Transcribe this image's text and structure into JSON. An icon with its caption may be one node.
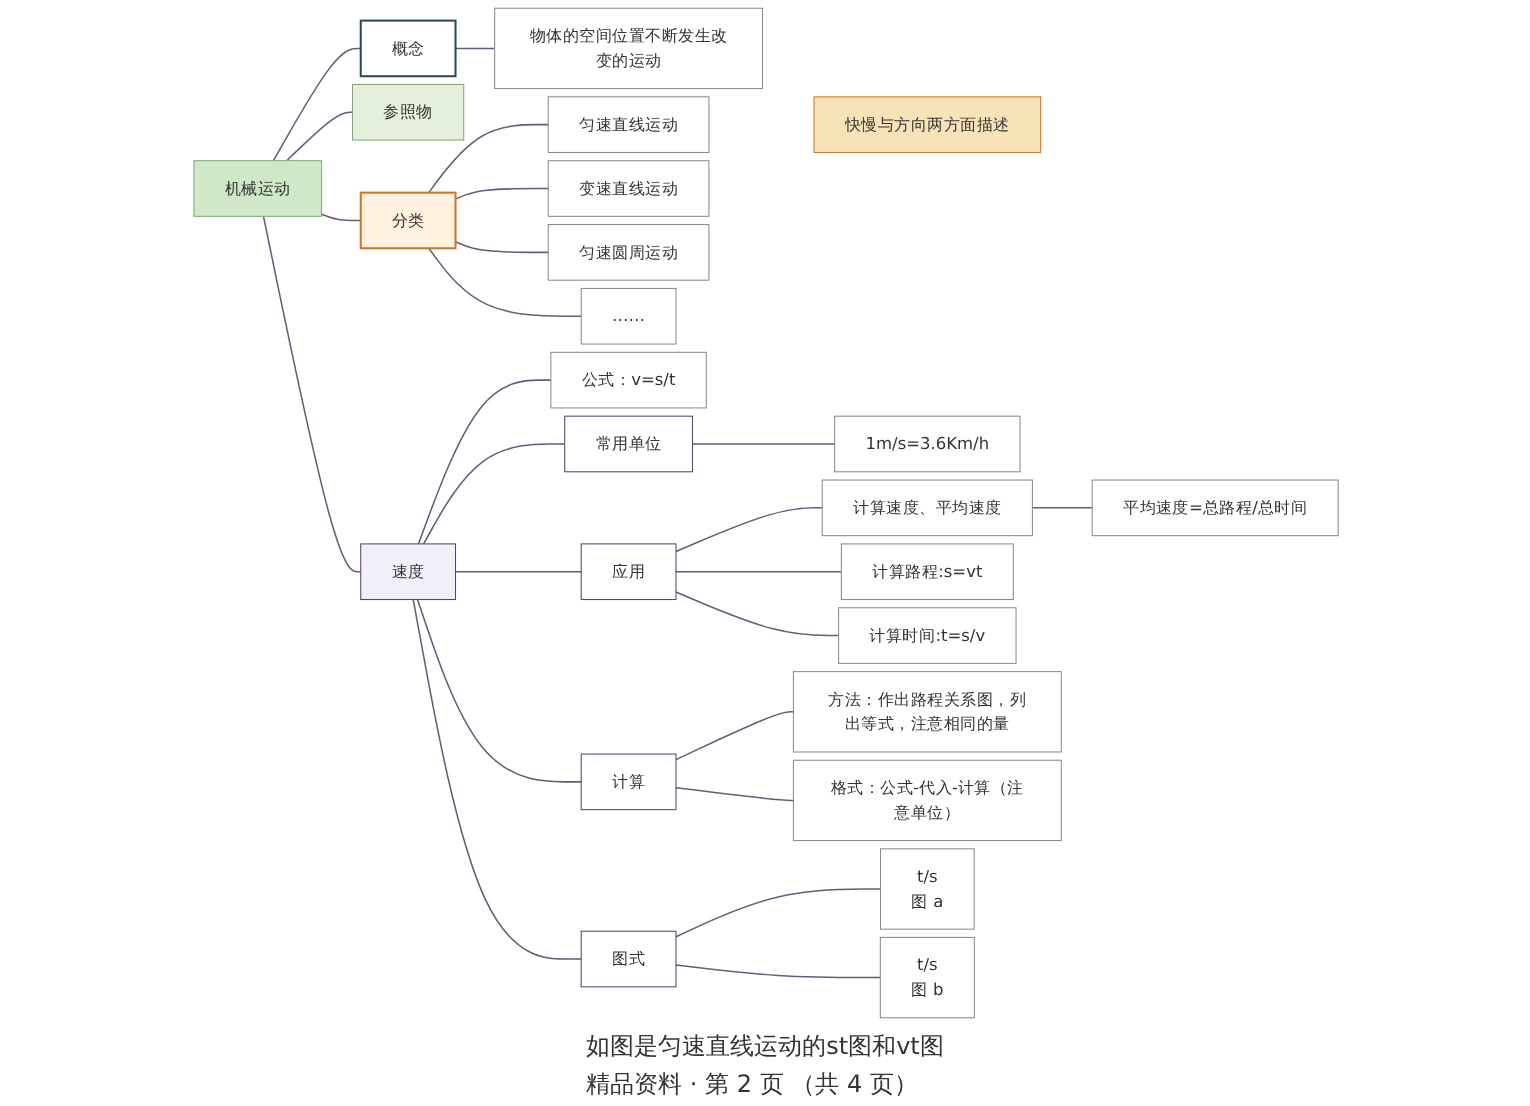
{
  "diagram": {
    "nodes": [
      {
        "text": [
          "机械运动"
        ]
      },
      {
        "text": [
          "概念"
        ]
      },
      {
        "text": [
          "物体的空间位置不断发生改变的运动"
        ]
      },
      {
        "text": [
          "参照物"
        ]
      },
      {
        "text": [
          "分类"
        ]
      },
      {
        "text": [
          "匀速直线运动"
        ]
      },
      {
        "text": [
          "变速直线运动"
        ]
      },
      {
        "text": [
          "匀速圆周运动"
        ]
      },
      {
        "text": [
          "……"
        ]
      },
      {
        "text": [
          "快慢与方向两方面描述"
        ]
      },
      {
        "text": [
          "速度"
        ]
      },
      {
        "text": [
          "公式：v=s/t"
        ]
      },
      {
        "text": [
          "常用单位"
        ]
      },
      {
        "text": [
          "1m/s=3.6Km/h"
        ]
      },
      {
        "text": [
          "应用"
        ]
      },
      {
        "text": [
          "计算速度、平均速度"
        ]
      },
      {
        "text": [
          "平均速度=总路程/总时间"
        ]
      },
      {
        "text": [
          "计算路程:s=vt"
        ]
      },
      {
        "text": [
          "计算时间:t=s/v"
        ]
      },
      {
        "text": [
          "计算"
        ]
      },
      {
        "text": [
          "方法：作出路程关系图，列出等式，注意相同的量"
        ]
      },
      {
        "text": [
          "格式：公式-代入-计算（注意单位）"
        ]
      },
      {
        "text": [
          "图式"
        ]
      },
      {
        "text": [
          "t/s",
          "图 a"
        ]
      },
      {
        "text": [
          "t/s",
          "图 b"
        ]
      }
    ],
    "edges": [
      {
        "from": 0,
        "to": 1,
        "arrow": "none"
      },
      {
        "from": 1,
        "to": 2,
        "arrow": "none"
      },
      {
        "from": 0,
        "to": 3,
        "arrow": "none"
      },
      {
        "from": 0,
        "to": 4,
        "arrow": "none"
      },
      {
        "from": 4,
        "to": 5,
        "arrow": "none"
      },
      {
        "from": 4,
        "to": 6,
        "arrow": "none"
      },
      {
        "from": 4,
        "to": 7,
        "arrow": "none"
      },
      {
        "from": 4,
        "to": 8,
        "arrow": "none"
      },
      {
        "from": 0,
        "to": 10,
        "arrow": "none"
      },
      {
        "from": 10,
        "to": 11,
        "arrow": "none"
      },
      {
        "from": 10,
        "to": 12,
        "arrow": "none"
      },
      {
        "from": 12,
        "to": 13,
        "arrow": "none"
      },
      {
        "from": 10,
        "to": 14,
        "arrow": "none"
      },
      {
        "from": 14,
        "to": 15,
        "arrow": "none"
      },
      {
        "from": 15,
        "to": 16,
        "arrow": "none"
      },
      {
        "from": 14,
        "to": 17,
        "arrow": "none"
      },
      {
        "from": 14,
        "to": 18,
        "arrow": "none"
      },
      {
        "from": 10,
        "to": 19,
        "arrow": "none"
      },
      {
        "from": 19,
        "to": 20,
        "arrow": "none"
      },
      {
        "from": 19,
        "to": 21,
        "arrow": "none"
      },
      {
        "from": 10,
        "to": 22,
        "arrow": "none"
      },
      {
        "from": 22,
        "to": 23,
        "arrow": "none"
      },
      {
        "from": 22,
        "to": 24,
        "arrow": "none"
      }
    ],
    "labels": [
      "如图是匀速直线运动的st图和vt图",
      "精品资料 · 第 2 页 （共 4 页）"
    ]
  }
}
